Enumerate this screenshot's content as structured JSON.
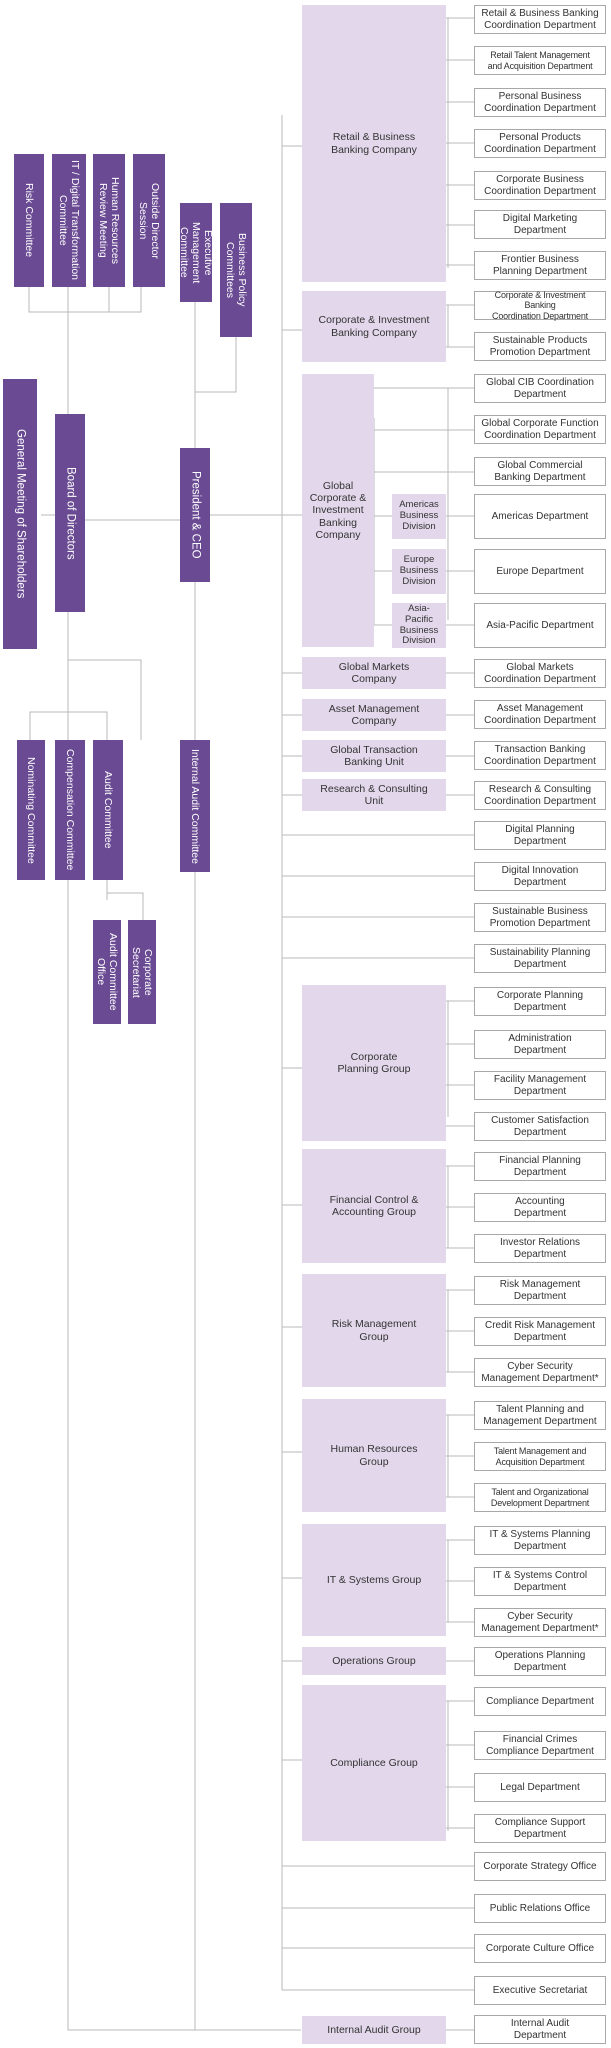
{
  "governance": {
    "general_meeting": "General Meeting of Shareholders",
    "board": "Board of Directors",
    "risk_committee": "Risk Committee",
    "it_digital_committee": "IT / Digital Transformation\nCommittee",
    "hr_review_meeting": "Human Resources\nReview Meeting",
    "outside_director_session": "Outside Director\nSession",
    "nominating_committee": "Nominating Committee",
    "compensation_committee": "Compensation Committee",
    "audit_committee": "Audit Committee",
    "audit_committee_office": "Audit Committee\nOffice",
    "corporate_secretariat": "Corporate\nSecretariat",
    "exec_mgmt_committee": "Executive Management\nCommittee",
    "business_policy_committees": "Business Policy\nCommittees",
    "president_ceo": "President & CEO",
    "internal_audit_committee": "Internal Audit Committee"
  },
  "units": {
    "retail": "Retail & Business\nBanking Company",
    "cib": "Corporate & Investment\nBanking Company",
    "gcib": "Global\nCorporate &\nInvestment\nBanking\nCompany",
    "americas": "Americas\nBusiness\nDivision",
    "europe": "Europe\nBusiness\nDivision",
    "apac": "Asia-Pacific\nBusiness\nDivision",
    "global_markets": "Global Markets\nCompany",
    "asset_mgmt": "Asset Management\nCompany",
    "gtb": "Global Transaction\nBanking Unit",
    "research": "Research & Consulting\nUnit",
    "corp_planning": "Corporate\nPlanning Group",
    "fin_control": "Financial Control &\nAccounting Group",
    "risk_mgmt": "Risk Management\nGroup",
    "hr": "Human Resources\nGroup",
    "it_systems": "IT & Systems Group",
    "operations": "Operations Group",
    "compliance": "Compliance Group",
    "internal_audit": "Internal Audit Group"
  },
  "departments": {
    "d01": "Retail & Business Banking\nCoordination Department",
    "d02": "Retail Talent Management\nand Acquisition Department",
    "d03": "Personal Business\nCoordination Department",
    "d04": "Personal Products\nCoordination Department",
    "d05": "Corporate Business\nCoordination Department",
    "d06": "Digital Marketing\nDepartment",
    "d07": "Frontier Business\nPlanning Department",
    "d08": "Corporate & Investment Banking\nCoordination Department",
    "d09": "Sustainable Products\nPromotion Department",
    "d10": "Global CIB Coordination\nDepartment",
    "d11": "Global Corporate Function\nCoordination Department",
    "d12": "Global Commercial\nBanking Department",
    "d13": "Americas Department",
    "d14": "Europe Department",
    "d15": "Asia-Pacific Department",
    "d16": "Global Markets\nCoordination Department",
    "d17": "Asset Management\nCoordination Department",
    "d18": "Transaction Banking\nCoordination Department",
    "d19": "Research & Consulting\nCoordination Department",
    "d20": "Digital Planning\nDepartment",
    "d21": "Digital Innovation\nDepartment",
    "d22": "Sustainable Business\nPromotion Department",
    "d23": "Sustainability Planning\nDepartment",
    "d24": "Corporate Planning\nDepartment",
    "d25": "Administration\nDepartment",
    "d26": "Facility Management\nDepartment",
    "d27": "Customer Satisfaction\nDepartment",
    "d28": "Financial Planning\nDepartment",
    "d29": "Accounting\nDepartment",
    "d30": "Investor Relations\nDepartment",
    "d31": "Risk Management\nDepartment",
    "d32": "Credit Risk Management\nDepartment",
    "d33": "Cyber Security\nManagement Department*",
    "d34": "Talent Planning and\nManagement Department",
    "d35": "Talent Management and\nAcquisition Department",
    "d36": "Talent and Organizational\nDevelopment Department",
    "d37": "IT & Systems Planning\nDepartment",
    "d38": "IT & Systems Control\nDepartment",
    "d39": "Cyber Security\nManagement Department*",
    "d40": "Operations Planning\nDepartment",
    "d41": "Compliance Department",
    "d42": "Financial Crimes\nCompliance Department",
    "d43": "Legal Department",
    "d44": "Compliance Support\nDepartment",
    "d45": "Corporate Strategy Office",
    "d46": "Public Relations Office",
    "d47": "Corporate Culture Office",
    "d48": "Executive Secretariat",
    "d49": "Internal Audit\nDepartment"
  },
  "colors": {
    "governance_box": "#6a4a93",
    "unit_box": "#e3d8eb",
    "department_border": "#a8a8a8",
    "connector": "#b9b9b9"
  }
}
